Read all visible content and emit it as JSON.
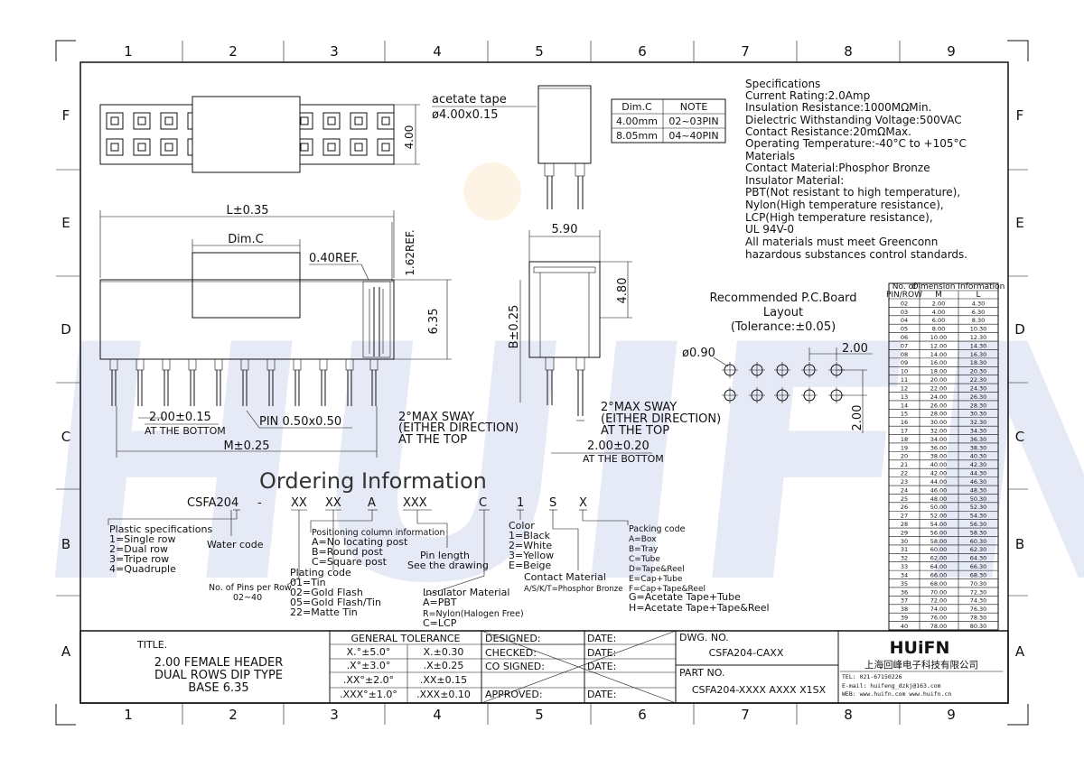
{
  "frame": {
    "columns": [
      "1",
      "2",
      "3",
      "4",
      "5",
      "6",
      "7",
      "8",
      "9"
    ],
    "rows": [
      "F",
      "E",
      "D",
      "C",
      "B",
      "A"
    ]
  },
  "watermark": "HUIFN",
  "top_view": {
    "height_dim": "4.00"
  },
  "acetate_tape": {
    "label": "acetate tape",
    "dim": "ø4.00x0.15"
  },
  "dimc_table": {
    "headers": [
      "Dim.C",
      "NOTE"
    ],
    "rows": [
      [
        "4.00mm",
        "02~03PIN"
      ],
      [
        "8.05mm",
        "04~40PIN"
      ]
    ]
  },
  "specifications": [
    "Specifications",
    "Current Rating:2.0Amp",
    "Insulation Resistance:1000MΩMin.",
    "Dielectric Withstanding Voltage:500VAC",
    "Contact Resistance:20mΩMax.",
    "Operating Temperature:-40°C to +105°C",
    "Materials",
    "Contact Material:Phosphor Bronze",
    "Insulator Material:",
    "PBT(Not resistant to high temperature),",
    "Nylon(High temperature resistance),",
    "LCP(High temperature resistance),",
    "UL 94V-0",
    "All materials must meet Greenconn",
    "hazardous substances control standards."
  ],
  "front_view": {
    "dim_L": "L±0.35",
    "dim_C": "Dim.C",
    "ref_040": "0.40REF.",
    "ref_162": "1.62REF.",
    "dim_635": "6.35",
    "pitch": "2.00±0.15",
    "pitch_note": "AT THE BOTTOM",
    "pin": "PIN 0.50x0.50",
    "dim_M": "M±0.25",
    "sway_1": "2°MAX SWAY",
    "sway_2": "(EITHER DIRECTION)",
    "sway_3": "AT THE TOP"
  },
  "side_view": {
    "width": "5.90",
    "height": "4.80",
    "b": "B±0.25",
    "pitch": "2.00±0.20",
    "pitch_note": "AT THE BOTTOM",
    "sway_1": "2°MAX SWAY",
    "sway_2": "(EITHER DIRECTION)",
    "sway_3": "AT THE TOP"
  },
  "pcb_layout": {
    "title_1": "Recommended P.C.Board",
    "title_2": "Layout",
    "title_3": "(Tolerance:±0.05)",
    "hole": "ø0.90",
    "pitch_h": "2.00",
    "pitch_v": "2.00"
  },
  "dimension_table": {
    "h1": "No. of",
    "h1b": "PIN/ROW",
    "h2": "Dimension Information",
    "hM": "M",
    "hL": "L",
    "rows": [
      [
        "02",
        "2.00",
        "4.30"
      ],
      [
        "03",
        "4.00",
        "6.30"
      ],
      [
        "04",
        "6.00",
        "8.30"
      ],
      [
        "05",
        "8.00",
        "10.30"
      ],
      [
        "06",
        "10.00",
        "12.30"
      ],
      [
        "07",
        "12.00",
        "14.30"
      ],
      [
        "08",
        "14.00",
        "16.30"
      ],
      [
        "09",
        "16.00",
        "18.30"
      ],
      [
        "10",
        "18.00",
        "20.30"
      ],
      [
        "11",
        "20.00",
        "22.30"
      ],
      [
        "12",
        "22.00",
        "24.30"
      ],
      [
        "13",
        "24.00",
        "26.30"
      ],
      [
        "14",
        "26.00",
        "28.30"
      ],
      [
        "15",
        "28.00",
        "30.30"
      ],
      [
        "16",
        "30.00",
        "32.30"
      ],
      [
        "17",
        "32.00",
        "34.30"
      ],
      [
        "18",
        "34.00",
        "36.30"
      ],
      [
        "19",
        "36.00",
        "38.30"
      ],
      [
        "20",
        "38.00",
        "40.30"
      ],
      [
        "21",
        "40.00",
        "42.30"
      ],
      [
        "22",
        "42.00",
        "44.30"
      ],
      [
        "23",
        "44.00",
        "46.30"
      ],
      [
        "24",
        "46.00",
        "48.30"
      ],
      [
        "25",
        "48.00",
        "50.30"
      ],
      [
        "26",
        "50.00",
        "52.30"
      ],
      [
        "27",
        "52.00",
        "54.30"
      ],
      [
        "28",
        "54.00",
        "56.30"
      ],
      [
        "29",
        "56.00",
        "58.30"
      ],
      [
        "30",
        "58.00",
        "60.30"
      ],
      [
        "31",
        "60.00",
        "62.30"
      ],
      [
        "32",
        "62.00",
        "64.30"
      ],
      [
        "33",
        "64.00",
        "66.30"
      ],
      [
        "34",
        "66.00",
        "68.30"
      ],
      [
        "35",
        "68.00",
        "70.30"
      ],
      [
        "36",
        "70.00",
        "72.30"
      ],
      [
        "37",
        "72.00",
        "74.30"
      ],
      [
        "38",
        "74.00",
        "76.30"
      ],
      [
        "39",
        "76.00",
        "78.30"
      ],
      [
        "40",
        "78.00",
        "80.30"
      ]
    ]
  },
  "ordering": {
    "title": "Ordering Information",
    "codes": [
      "CSFA204",
      "-",
      "XX",
      "XX",
      "A",
      "XXX",
      "C",
      "1",
      "S",
      "X"
    ],
    "plastic": [
      "Plastic specifications",
      "1=Single row",
      "2=Dual row",
      "3=Tripe row",
      "4=Quadruple"
    ],
    "water": "Water code",
    "pins": [
      "No. of Pins per Row",
      "02~40"
    ],
    "plating": [
      "Plating code",
      "01=Tin",
      "02=Gold Flash",
      "05=Gold Flash/Tin",
      "22=Matte Tin"
    ],
    "position": [
      "Positioning column information",
      "A=No locating post",
      "B=Round post",
      "C=Square post"
    ],
    "pin_length": [
      "Pin length",
      "See the drawing"
    ],
    "insulator": [
      "Insulator Material",
      "A=PBT",
      "R=Nylon(Halogen Free)",
      "C=LCP"
    ],
    "color": [
      "Color",
      "1=Black",
      "2=White",
      "3=Yellow",
      "E=Beige"
    ],
    "contact": [
      "Contact Material",
      "A/S/K/T=Phosphor Bronze"
    ],
    "packing": [
      "Packing code",
      "A=Box",
      "B=Tray",
      "C=Tube",
      "D=Tape&Reel",
      "E=Cap+Tube",
      "F=Cap+Tape&Reel",
      "G=Acetate Tape+Tube",
      "H=Acetate Tape+Tape&Reel"
    ]
  },
  "title_block": {
    "title_label": "TITLE.",
    "title_lines": [
      "2.00 FEMALE HEADER",
      "DUAL ROWS DIP TYPE",
      "BASE 6.35"
    ],
    "gt_header": "GENERAL TOLERANCE",
    "gt_rows": [
      [
        "X.°±5.0°",
        "X.±0.30"
      ],
      [
        ".X°±3.0°",
        ".X±0.25"
      ],
      [
        ".XX°±2.0°",
        ".XX±0.15"
      ],
      [
        ".XXX°±1.0°",
        ".XXX±0.10"
      ]
    ],
    "sign_rows": [
      [
        "DESIGNED:",
        "DATE:"
      ],
      [
        "CHECKED:",
        "DATE:"
      ],
      [
        "CO SIGNED:",
        "DATE:"
      ],
      [
        "APPROVED:",
        "DATE:"
      ]
    ],
    "dwg_label": "DWG. NO.",
    "dwg_no": "CSFA204-CAXX",
    "part_label": "PART NO.",
    "part_no": "CSFA204-XXXX AXXX X1SX",
    "company_logo": "HUiFN",
    "company_name": "上海回峰电子科技有限公司",
    "tel": "TEL: 021-67150226",
    "email": "E-mail: huifeng_dzkj@163.com",
    "web": "WEB: www.huifn.com  www.huifn.cn"
  }
}
